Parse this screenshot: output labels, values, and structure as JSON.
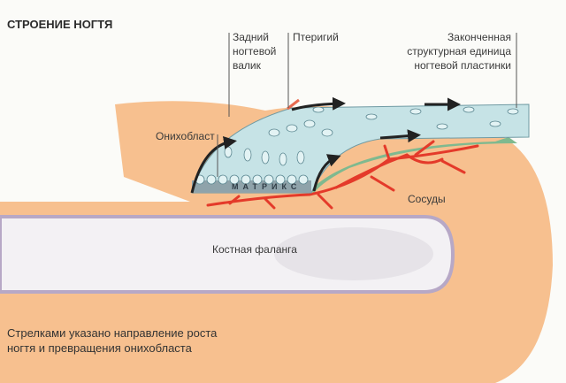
{
  "title": "СТРОЕНИЕ НОГТЯ",
  "labels": {
    "posterior_fold": [
      "Задний",
      "ногтевой",
      "валик"
    ],
    "pterygium": "Птеригий",
    "finished_unit": [
      "Законченная",
      "структурная единица",
      "ногтевой пластинки"
    ],
    "onychoblast": "Онихобласт",
    "matrix": "МАТРИКС",
    "vessels": "Сосуды",
    "bone": "Костная фаланга"
  },
  "caption": [
    "Стрелками указано направление роста",
    "ногтя и превращения онихобласта"
  ],
  "colors": {
    "skin": "#f7c08f",
    "nail": "#c6e3e6",
    "nail_bed": "#7fb98f",
    "vessels": "#e43a2a",
    "bone_outline": "#b7a8c6"
  }
}
